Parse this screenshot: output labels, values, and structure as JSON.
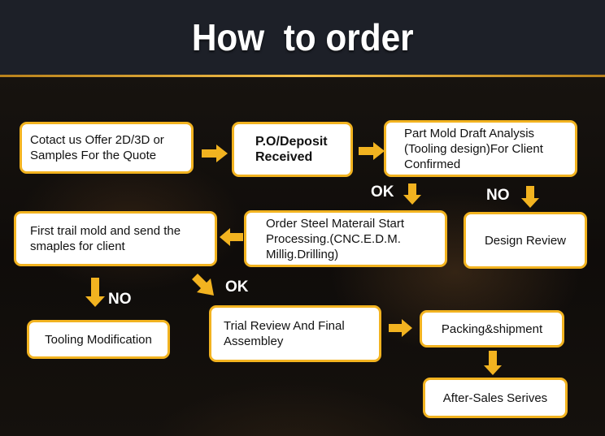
{
  "title": "How  to order",
  "steps": {
    "contact": "Cotact us Offer 2D/3D or Samples For the Quote",
    "po": "P.O/Deposit Received",
    "analysis": "Part Mold Draft Analysis (Tooling design)For Client Confirmed",
    "design_review": "Design Review",
    "order_steel": "Order Steel Materail Start Processing.(CNC.E.D.M. Millig.Drilling)",
    "first_trail": "First trail mold and send the smaples for client",
    "tooling_mod": "Tooling Modification",
    "trial_review": "Trial Review And  Final Assembley",
    "packing": "Packing&shipment",
    "after_sales": "After-Sales Serives"
  },
  "labels": {
    "ok_1": "OK",
    "no_1": "NO",
    "no_2": "NO",
    "ok_2": "OK"
  },
  "colors": {
    "accent": "#f2b320",
    "header_bg": "#1d2028",
    "box_bg": "#ffffff"
  }
}
